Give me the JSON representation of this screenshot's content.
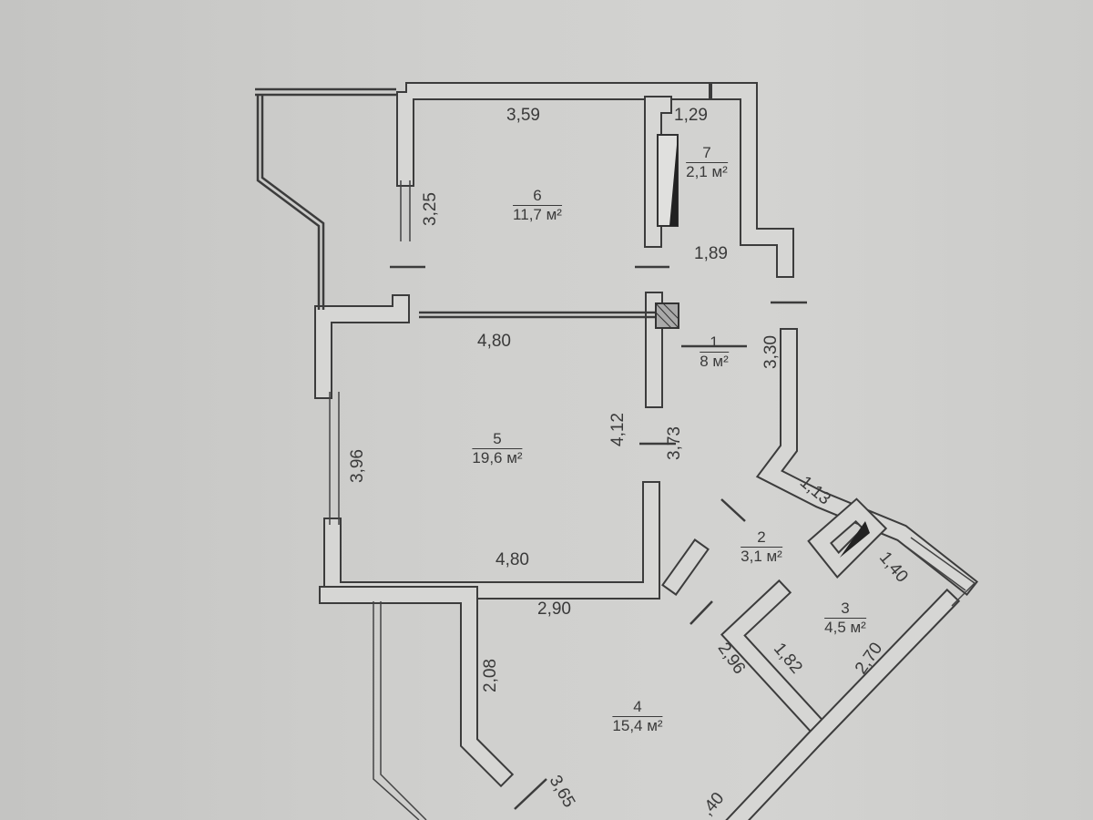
{
  "rooms": [
    {
      "number": "6",
      "area": "11,7 м²"
    },
    {
      "number": "7",
      "area": "2,1 м²"
    },
    {
      "number": "1",
      "area": "8 м²"
    },
    {
      "number": "5",
      "area": "19,6 м²"
    },
    {
      "number": "2",
      "area": "3,1 м²"
    },
    {
      "number": "3",
      "area": "4,5 м²"
    },
    {
      "number": "4",
      "area": "15,4 м²"
    }
  ],
  "dimensions": [
    "3,59",
    "1,29",
    "3,25",
    "1,89",
    "4,80",
    "3,30",
    "4,12",
    "3,73",
    "3,96",
    "1,13",
    "4,80",
    "1,40",
    "2,90",
    "2,08",
    "2,96",
    "1,82",
    "2,70",
    "3,65",
    ",40"
  ]
}
